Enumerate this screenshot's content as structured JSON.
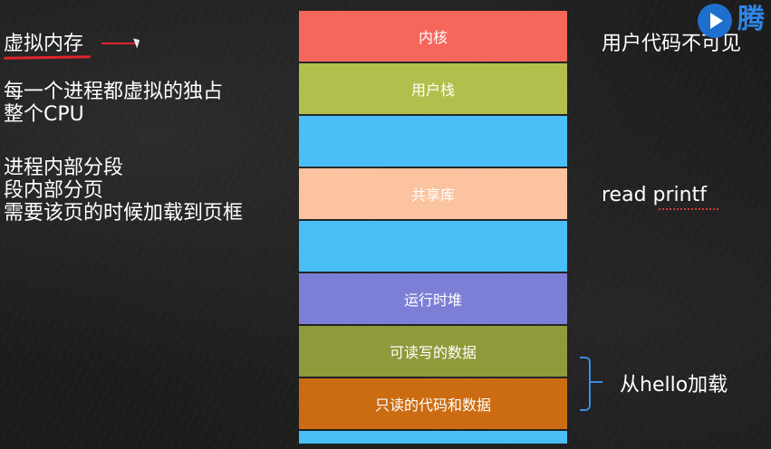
{
  "left": {
    "title": "虚拟内存",
    "para1_line1": "每一个进程都虚拟的独占",
    "para1_line2": "整个CPU",
    "para2_line1": "进程内部分段",
    "para2_line2": "段内部分页",
    "para2_line3": "需要该页的时候加载到页框"
  },
  "memory": {
    "segments": [
      {
        "label": "内核",
        "color": "#f5675a"
      },
      {
        "label": "用户栈",
        "color": "#b3bf4c"
      },
      {
        "label": "",
        "color": "#49bef7"
      },
      {
        "label": "共享库",
        "color": "#fcc3a0"
      },
      {
        "label": "",
        "color": "#49bef7"
      },
      {
        "label": "运行时堆",
        "color": "#7d7fd6"
      },
      {
        "label": "可读写的数据",
        "color": "#8f9a3a"
      },
      {
        "label": "只读的代码和数据",
        "color": "#cc6c12"
      },
      {
        "label": "",
        "color": "#49bef7"
      }
    ]
  },
  "right": {
    "label1": "用户代码不可见",
    "label2": "read printf",
    "label3": "从hello加载"
  },
  "logo": {
    "text": "腾",
    "color": "#2f86e8"
  }
}
